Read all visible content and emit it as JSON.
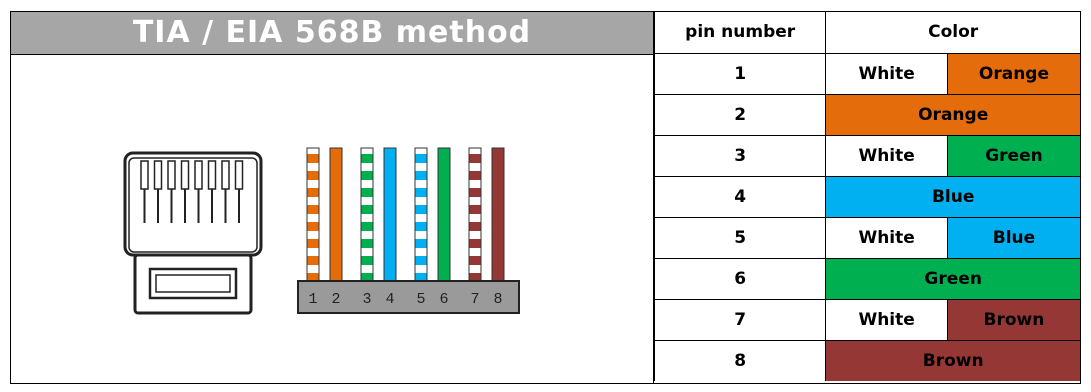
{
  "title": "TIA / EIA 568B method",
  "headers": {
    "pin": "pin number",
    "color": "Color"
  },
  "colors": {
    "title_bg": "#a6a6a6",
    "Orange": "#e46c0a",
    "Green": "#00b050",
    "Blue": "#00b0f0",
    "Brown": "#953735",
    "White": "#ffffff"
  },
  "rows": [
    {
      "pin": "1",
      "white": "White",
      "color": "Orange",
      "solid": false
    },
    {
      "pin": "2",
      "color": "Orange",
      "solid": true
    },
    {
      "pin": "3",
      "white": "White",
      "color": "Green",
      "solid": false
    },
    {
      "pin": "4",
      "color": "Blue",
      "solid": true
    },
    {
      "pin": "5",
      "white": "White",
      "color": "Blue",
      "solid": false
    },
    {
      "pin": "6",
      "color": "Green",
      "solid": true
    },
    {
      "pin": "7",
      "white": "White",
      "color": "Brown",
      "solid": false
    },
    {
      "pin": "8",
      "color": "Brown",
      "solid": true
    }
  ],
  "diagram": {
    "pin_labels": [
      "1",
      "2",
      "3",
      "4",
      "5",
      "6",
      "7",
      "8"
    ],
    "wires": [
      {
        "color": "Orange",
        "striped": true
      },
      {
        "color": "Orange",
        "striped": false
      },
      {
        "color": "Green",
        "striped": true
      },
      {
        "color": "Blue",
        "striped": false
      },
      {
        "color": "Blue",
        "striped": true
      },
      {
        "color": "Green",
        "striped": false
      },
      {
        "color": "Brown",
        "striped": true
      },
      {
        "color": "Brown",
        "striped": false
      }
    ]
  }
}
